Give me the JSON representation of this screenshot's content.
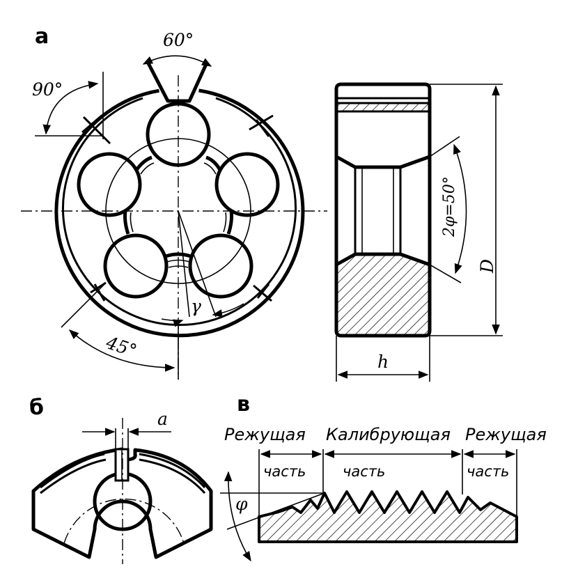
{
  "panels": {
    "a": "а",
    "b": "б",
    "v": "в"
  },
  "labels": {
    "angle_groove": "60°",
    "angle_square": "90°",
    "angle_holes": "45°",
    "rake_angle": "γ",
    "cone_angle": "2φ=50°",
    "diameter": "D",
    "height": "h",
    "slot_width": "a",
    "phi": "φ"
  },
  "zones": {
    "cutting_left": "Режущая",
    "calibrating": "Калибрующая",
    "cutting_right": "Режущая",
    "part_left": "часть",
    "part_middle": "часть",
    "part_right": "часть"
  },
  "colors": {
    "ink": "#000000",
    "paper": "#ffffff"
  }
}
